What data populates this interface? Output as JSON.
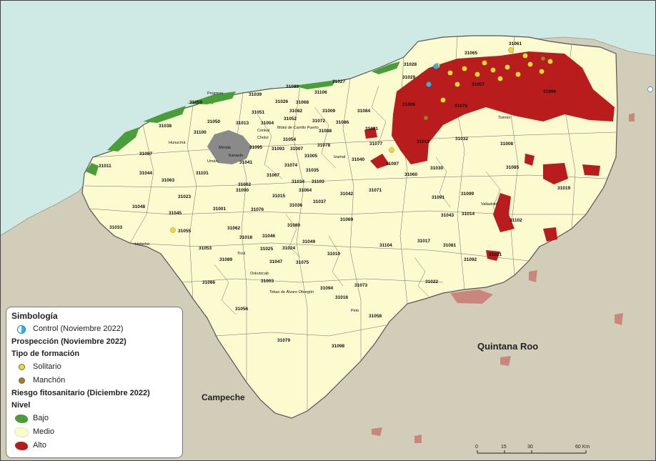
{
  "map": {
    "state_labels": {
      "qroo": "Quintana Roo",
      "campeche": "Campeche"
    },
    "colors": {
      "sea": "#cfe9e4",
      "land": "#d2cdb9",
      "yucatan": "#fcfbd0",
      "alto": "#b91c1c",
      "bajo": "#4a9e3a",
      "urban": "#8a8a8a",
      "muni_border": "#6b6b6b",
      "solitario": "#f2dc1c",
      "manchon": "#b07b1e",
      "control": "#29b5e8"
    }
  },
  "municipalities": [
    {
      "id": "31061"
    },
    {
      "id": "31065"
    },
    {
      "id": "31028"
    },
    {
      "id": "31029"
    },
    {
      "id": "31057"
    },
    {
      "id": "31096"
    },
    {
      "id": "31027"
    },
    {
      "id": "31083"
    },
    {
      "id": "31106"
    },
    {
      "id": "31039"
    },
    {
      "id": "31059"
    },
    {
      "id": "31026"
    },
    {
      "id": "31068"
    },
    {
      "id": "31082"
    },
    {
      "id": "31006"
    },
    {
      "id": "31070"
    },
    {
      "id": "31051"
    },
    {
      "id": "31052"
    },
    {
      "id": "31009"
    },
    {
      "id": "31084"
    },
    {
      "id": "31050"
    },
    {
      "id": "31013"
    },
    {
      "id": "31004"
    },
    {
      "id": "31072"
    },
    {
      "id": "31086"
    },
    {
      "id": "31038"
    },
    {
      "id": "31100"
    },
    {
      "id": "31088"
    },
    {
      "id": "31031"
    },
    {
      "id": "31032"
    },
    {
      "id": "31054"
    },
    {
      "id": "31095"
    },
    {
      "id": "31078"
    },
    {
      "id": "31077"
    },
    {
      "id": "31012"
    },
    {
      "id": "31008"
    },
    {
      "id": "31087"
    },
    {
      "id": "31093"
    },
    {
      "id": "31007"
    },
    {
      "id": "31005"
    },
    {
      "id": "31040"
    },
    {
      "id": "31011"
    },
    {
      "id": "31041"
    },
    {
      "id": "31074"
    },
    {
      "id": "31097"
    },
    {
      "id": "31044"
    },
    {
      "id": "31101"
    },
    {
      "id": "31035"
    },
    {
      "id": "31060"
    },
    {
      "id": "31030"
    },
    {
      "id": "31085"
    },
    {
      "id": "31063"
    },
    {
      "id": "31002"
    },
    {
      "id": "31067"
    },
    {
      "id": "31034"
    },
    {
      "id": "31103"
    },
    {
      "id": "31071"
    },
    {
      "id": "31019"
    },
    {
      "id": "31090"
    },
    {
      "id": "31023"
    },
    {
      "id": "31015"
    },
    {
      "id": "31042"
    },
    {
      "id": "31091"
    },
    {
      "id": "31099"
    },
    {
      "id": "31064"
    },
    {
      "id": "31037"
    },
    {
      "id": "31048"
    },
    {
      "id": "31001"
    },
    {
      "id": "31076"
    },
    {
      "id": "31036"
    },
    {
      "id": "31014"
    },
    {
      "id": "31045"
    },
    {
      "id": "31043"
    },
    {
      "id": "31069"
    },
    {
      "id": "31102"
    },
    {
      "id": "31033"
    },
    {
      "id": "31062"
    },
    {
      "id": "31080"
    },
    {
      "id": "31055"
    },
    {
      "id": "31018"
    },
    {
      "id": "31046"
    },
    {
      "id": "31049"
    },
    {
      "id": "31017"
    },
    {
      "id": "31104"
    },
    {
      "id": "31081"
    },
    {
      "id": "31053"
    },
    {
      "id": "31025"
    },
    {
      "id": "31024"
    },
    {
      "id": "31010"
    },
    {
      "id": "31021"
    },
    {
      "id": "31089"
    },
    {
      "id": "31047"
    },
    {
      "id": "31075"
    },
    {
      "id": "31092"
    },
    {
      "id": "31003"
    },
    {
      "id": "31066"
    },
    {
      "id": "31022"
    },
    {
      "id": "31094"
    },
    {
      "id": "31073"
    },
    {
      "id": "31016"
    },
    {
      "id": "31056"
    },
    {
      "id": "31058"
    },
    {
      "id": "31079"
    },
    {
      "id": "31098"
    }
  ],
  "cities": [
    {
      "name": "Progreso"
    },
    {
      "name": "Hunucmá"
    },
    {
      "name": "Mérida"
    },
    {
      "name": "Kanasín"
    },
    {
      "name": "Umán"
    },
    {
      "name": "Conkal"
    },
    {
      "name": "Cholul"
    },
    {
      "name": "Motul de Carrillo Puerto"
    },
    {
      "name": "Izamal"
    },
    {
      "name": "Tizimín"
    },
    {
      "name": "Valladolid"
    },
    {
      "name": "Halachó"
    },
    {
      "name": "Ticul"
    },
    {
      "name": "Oxkutzcab"
    },
    {
      "name": "Tekax de Álvaro Obregón"
    },
    {
      "name": "Peto"
    }
  ],
  "legend": {
    "title": "Simbología",
    "control_label": "Control (Noviembre 2022)",
    "prospeccion_title": "Prospección (Noviembre 2022)",
    "tipo_title": "Tipo de formación",
    "solitario_label": "Solitario",
    "manchon_label": "Manchón",
    "riesgo_title": "Riesgo fitosanitario (Diciembre 2022)",
    "nivel_title": "Nivel",
    "bajo_label": "Bajo",
    "medio_label": "Medio",
    "alto_label": "Alto"
  },
  "scale": {
    "ticks": [
      "0",
      "15",
      "30",
      "60 Km"
    ]
  }
}
